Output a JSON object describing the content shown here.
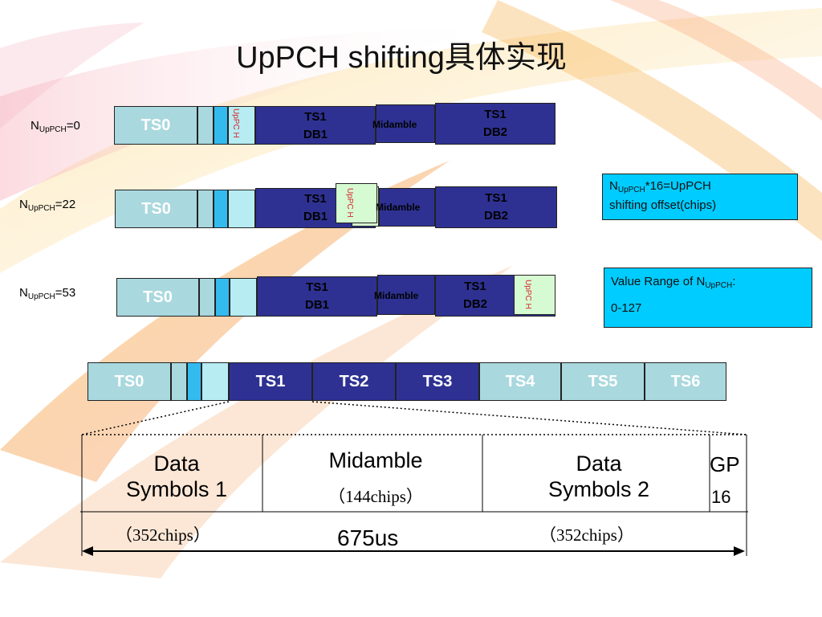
{
  "title": "UpPCH shifting具体实现",
  "rows": [
    {
      "n_prefix": "N",
      "n_sub": "UpPCH",
      "n_value": "=0",
      "ts0": "TS0",
      "upch": "UpPC H",
      "ts1": "TS1",
      "db1": "DB1",
      "midamble": "Midamble",
      "db2": "DB2"
    },
    {
      "n_prefix": "N",
      "n_sub": "UpPCH",
      "n_value": "=22",
      "ts0": "TS0",
      "upch": "UpPC H",
      "ts1": "TS1",
      "db1": "DB1",
      "midamble": "Midamble",
      "db2": "DB2"
    },
    {
      "n_prefix": "N",
      "n_sub": "UpPCH",
      "n_value": "=53",
      "ts0": "TS0",
      "upch": "UpPC H",
      "ts1": "TS1",
      "db1": "DB1",
      "midamble": "Midamble",
      "db2": "DB2"
    }
  ],
  "note1": {
    "prefix": "N",
    "sub": "UpPCH",
    "suffix": "*16=UpPCH",
    "line2": "shifting offset(chips)"
  },
  "note2": {
    "prefix": "Value Range of N",
    "sub": "UpPCH",
    "colon": ":",
    "line2": "0-127"
  },
  "frame": {
    "slots": [
      "TS0",
      "TS1",
      "TS2",
      "TS3",
      "TS4",
      "TS5",
      "TS6"
    ]
  },
  "detail": {
    "data1_l1": "Data",
    "data1_l2": "Symbols 1",
    "data1_chips": "（352chips）",
    "mid_l1": "Midamble",
    "mid_chips": "（144chips）",
    "data2_l1": "Data",
    "data2_l2": "Symbols 2",
    "data2_chips": "（352chips）",
    "gp_l1": "GP",
    "gp_l2": "16",
    "duration": "675us"
  },
  "colors": {
    "navy": "#2e3192",
    "light_teal": "#a9d8de",
    "cyan": "#33bbf0",
    "note_bg": "#00ccff",
    "upch_fill": "#d6fbd3",
    "upch_text": "#d9252a"
  }
}
